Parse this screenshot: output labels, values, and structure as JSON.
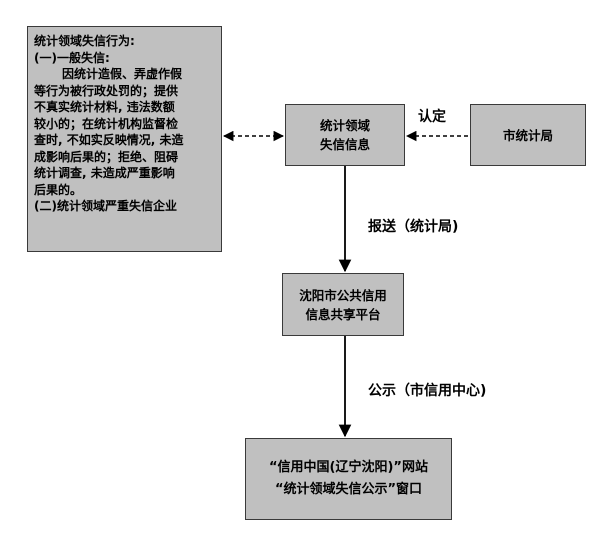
{
  "left_box": {
    "title": "统计领域失信行为:",
    "section1": "(一)一般失信:",
    "body_lines": [
      "因统计造假、弄虚作假",
      "等行为被行政处罚的；提供",
      "不真实统计材料, 违法数额",
      "较小的；在统计机构监督检",
      "查时, 不如实反映情况, 未造",
      "成影响后果的；拒绝、阻碍",
      "统计调查, 未造成严重影响",
      "后果的。"
    ],
    "section2": "(二)统计领域严重失信企业"
  },
  "info_box": {
    "line1": "统计领域",
    "line2": "失信信息"
  },
  "bureau_box": {
    "label": "市统计局"
  },
  "platform_box": {
    "line1": "沈阳市公共信用",
    "line2": "信息共享平台"
  },
  "site_box": {
    "line1": "“信用中国(辽宁沈阳)”网站",
    "line2": "“统计领域失信公示”窗口"
  },
  "edge_labels": {
    "confirm": "认定",
    "report": "报送（统计局)",
    "publicize": "公示（市信用中心)"
  }
}
